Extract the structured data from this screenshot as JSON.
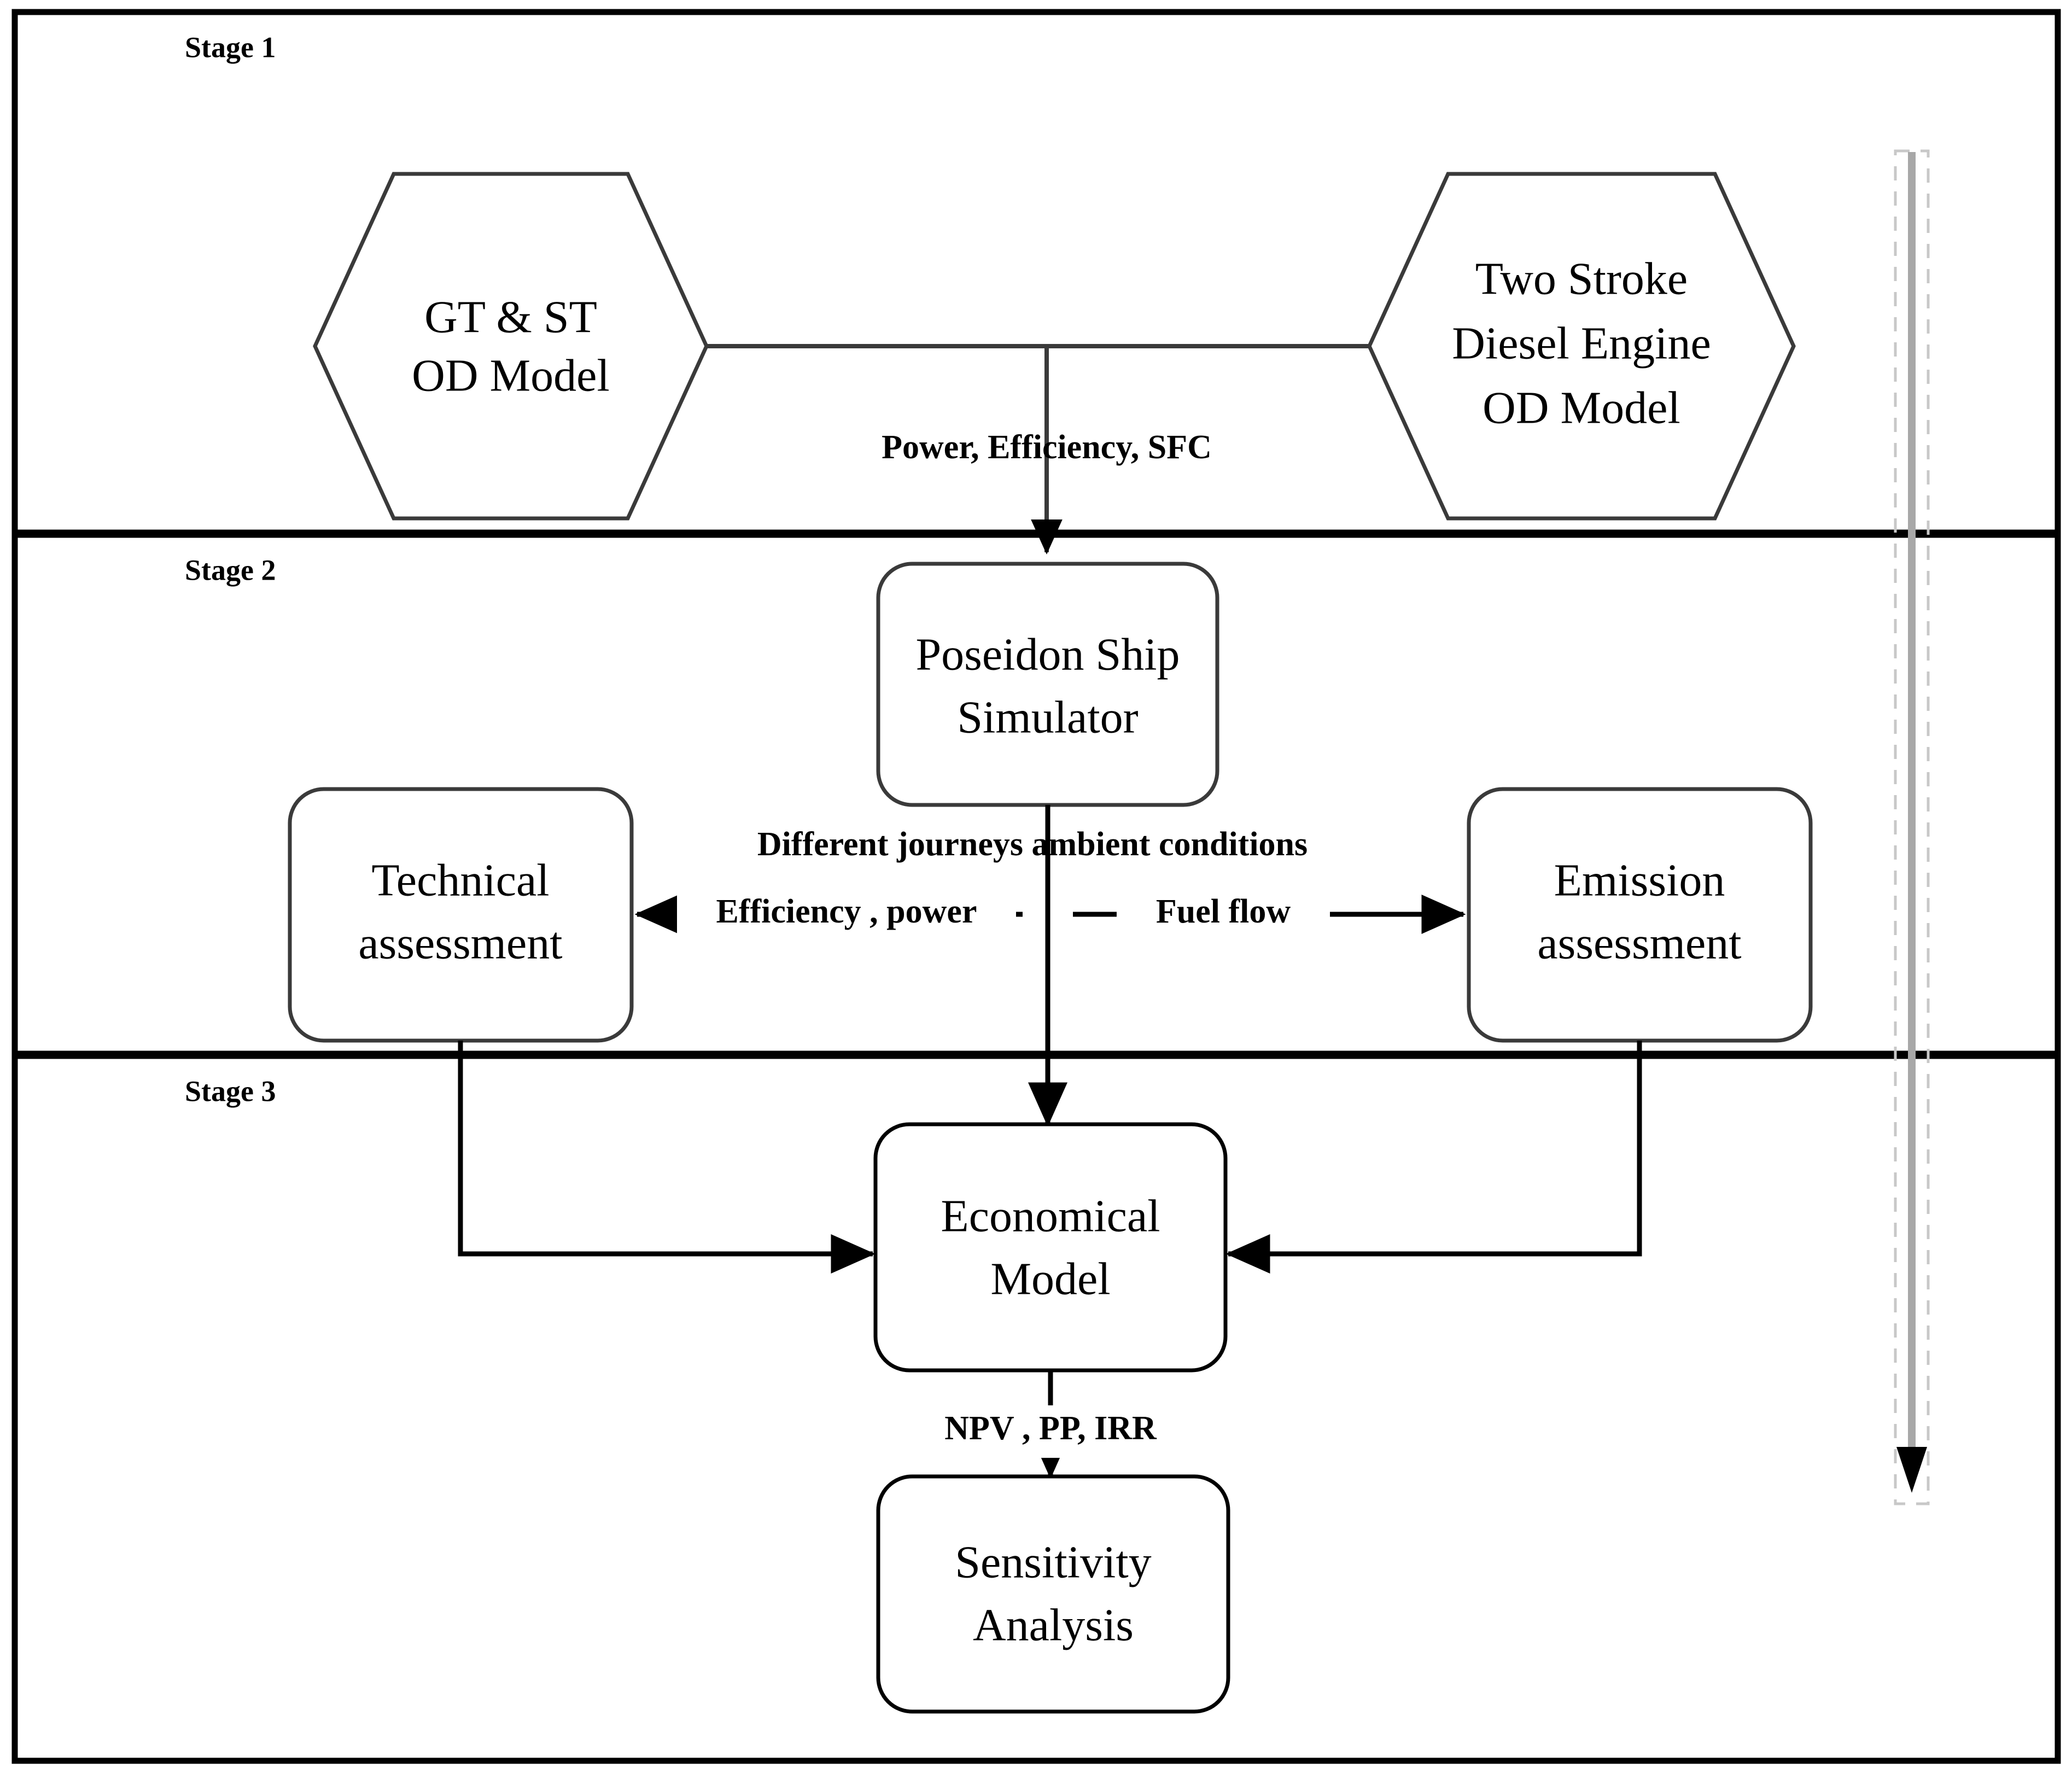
{
  "diagram": {
    "title": "Three stage ship powerplant assessment methodology flowchart",
    "stages": [
      {
        "id": "stage1",
        "label": "Stage 1"
      },
      {
        "id": "stage2",
        "label": "Stage 2"
      },
      {
        "id": "stage3",
        "label": "Stage 3"
      }
    ],
    "nodes": {
      "gt_st": {
        "shape": "hexagon",
        "lines": [
          "GT & ST",
          "OD Model"
        ]
      },
      "two_stroke": {
        "shape": "hexagon",
        "lines": [
          "Two Stroke",
          "Diesel Engine",
          "OD Model"
        ]
      },
      "poseidon": {
        "shape": "rounded-rect",
        "lines": [
          "Poseidon Ship",
          "Simulator"
        ]
      },
      "technical": {
        "shape": "rounded-rect",
        "lines": [
          "Technical",
          "assessment"
        ]
      },
      "emission": {
        "shape": "rounded-rect",
        "lines": [
          "Emission",
          "assessment"
        ]
      },
      "economical": {
        "shape": "rounded-rect",
        "lines": [
          "Economical",
          "Model"
        ]
      },
      "sensitivity": {
        "shape": "rounded-rect",
        "lines": [
          "Sensitivity",
          "Analysis"
        ]
      }
    },
    "edge_labels": {
      "power_eff_sfc": "Power, Efficiency, SFC",
      "journeys": "Different journeys ambient conditions",
      "efficiency_power": "Efficiency , power",
      "fuel_flow": "Fuel flow",
      "npv_pp_irr": "NPV , PP, IRR"
    },
    "colors": {
      "shape_stroke": "#3a3a3a",
      "connector": "#000000",
      "frame": "#000000",
      "stage_arrow": "#a8a8a8",
      "stage_arrow_box": "#c8c8c8",
      "background": "#ffffff"
    },
    "stage_progress_arrow": {
      "name": "stage-progression-arrow",
      "direction": "down",
      "style": "dashed-bounding-box-with-gray-arrow"
    }
  }
}
